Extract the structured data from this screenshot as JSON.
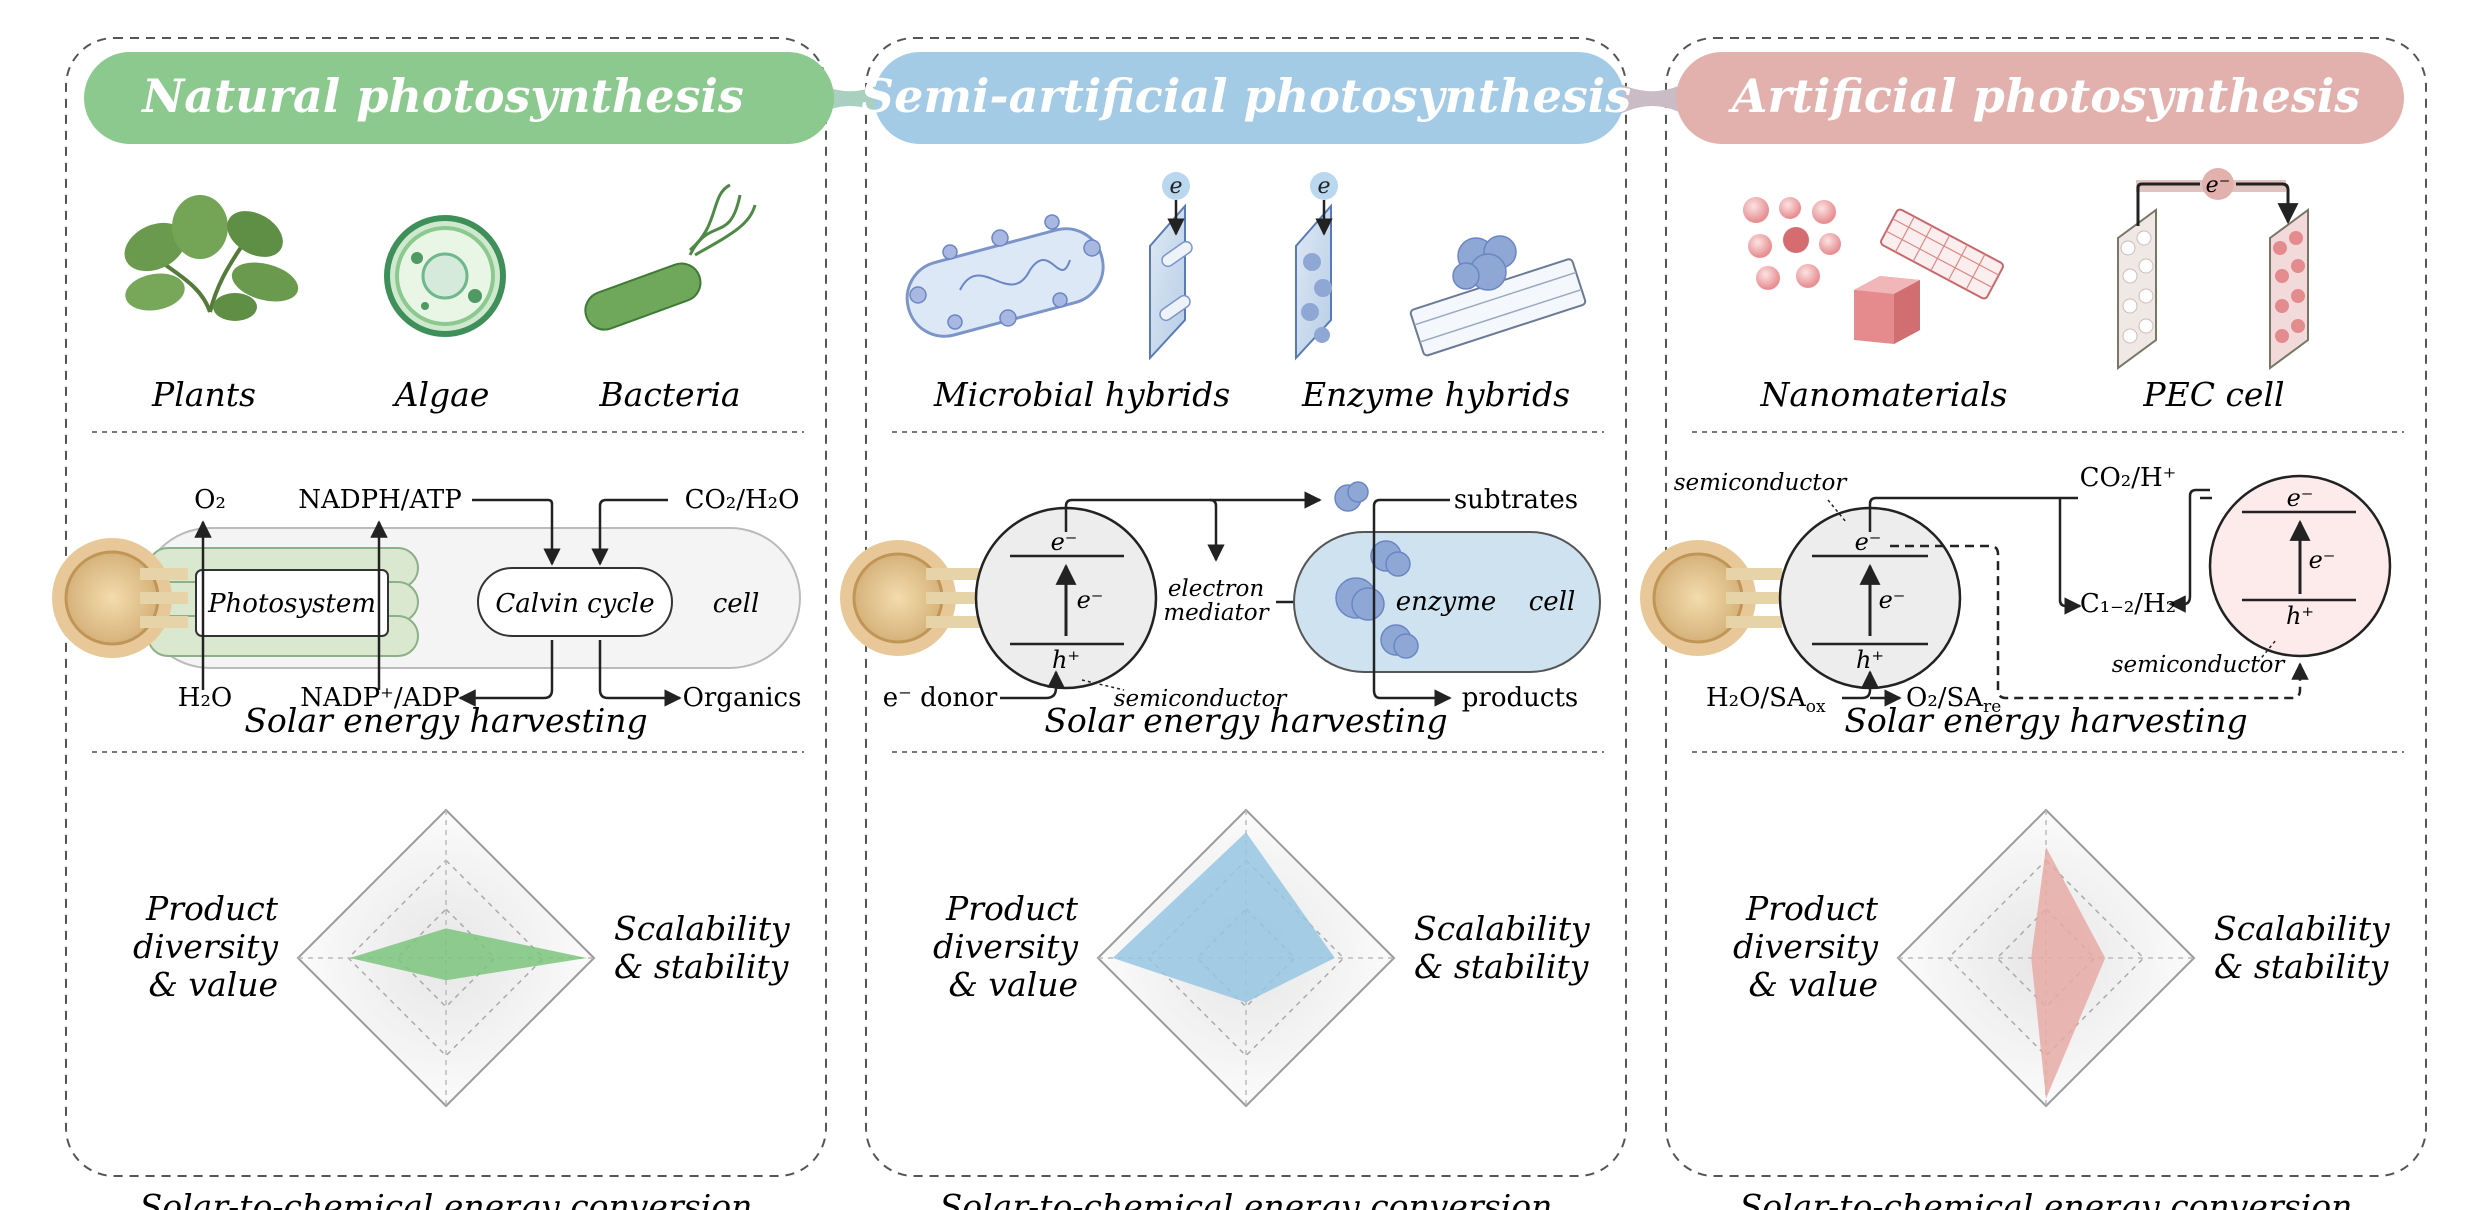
{
  "panels": [
    {
      "title": "Natural photosynthesis",
      "accent": "#8cc98f",
      "icon_labels": [
        "Plants",
        "Algae",
        "Bacteria"
      ],
      "icons": [
        "plant-icon",
        "algae-icon",
        "bacteria-icon"
      ],
      "scheme": {
        "top": [
          "O₂",
          "NADPH/ATP",
          "CO₂/H₂O"
        ],
        "bottom": [
          "H₂O",
          "NADP⁺/ADP",
          "Organics"
        ],
        "boxes": [
          "Photosystem",
          "Calvin cycle"
        ],
        "container": "cell"
      },
      "radar": {
        "top": "Solar energy harvesting",
        "left": "Product\ndiversity\n& value",
        "right": "Scalability\n& stability",
        "bottom": "Solar-to-chemical energy conversion",
        "fill": "#7cc47e",
        "values": {
          "top": 0.2,
          "right": 0.95,
          "bottom": 0.15,
          "left": 0.65
        }
      }
    },
    {
      "title": "Semi-artificial photosynthesis",
      "accent": "#a3cbe6",
      "icon_labels": [
        "Microbial hybrids",
        "Enzyme hybrids"
      ],
      "icons": [
        "microbe-semiconductor-icon",
        "enzyme-nanotube-icon"
      ],
      "scheme": {
        "e_minus": "e⁻",
        "h_plus": "h⁺",
        "donor": "e⁻ donor",
        "semiconductor": "semiconductor",
        "mediator": "electron\nmediator",
        "subtrates": "subtrates",
        "products": "products",
        "enzyme": "enzyme",
        "container": "cell"
      },
      "radar": {
        "top": "Solar energy harvesting",
        "left": "Product\ndiversity\n& value",
        "right": "Scalability\n& stability",
        "bottom": "Solar-to-chemical energy conversion",
        "fill": "#96c6e3",
        "values": {
          "top": 0.85,
          "right": 0.6,
          "bottom": 0.3,
          "left": 0.9
        }
      }
    },
    {
      "title": "Artificial photosynthesis",
      "accent": "#e2b1ad",
      "icon_labels": [
        "Nanomaterials",
        "PEC cell"
      ],
      "icons": [
        "nanomaterials-icon",
        "pec-cell-icon"
      ],
      "scheme": {
        "e_minus": "e⁻",
        "h_plus": "h⁺",
        "semiconductor_1": "semiconductor",
        "semiconductor_2": "semiconductor",
        "reactant_in": "H₂O/SA",
        "reactant_in_sub": "ox",
        "reactant_out": "O₂/SA",
        "reactant_out_sub": "re",
        "co2": "CO₂/H⁺",
        "c12": "C₁₋₂/H₂"
      },
      "radar": {
        "top": "Solar energy harvesting",
        "left": "Product\ndiversity\n& value",
        "right": "Scalability\n& stability",
        "bottom": "Solar-to-chemical energy conversion",
        "fill": "#e8aaa6",
        "values": {
          "top": 0.75,
          "right": 0.4,
          "bottom": 0.95,
          "left": 0.1
        }
      }
    }
  ],
  "pec_label": "e⁻"
}
